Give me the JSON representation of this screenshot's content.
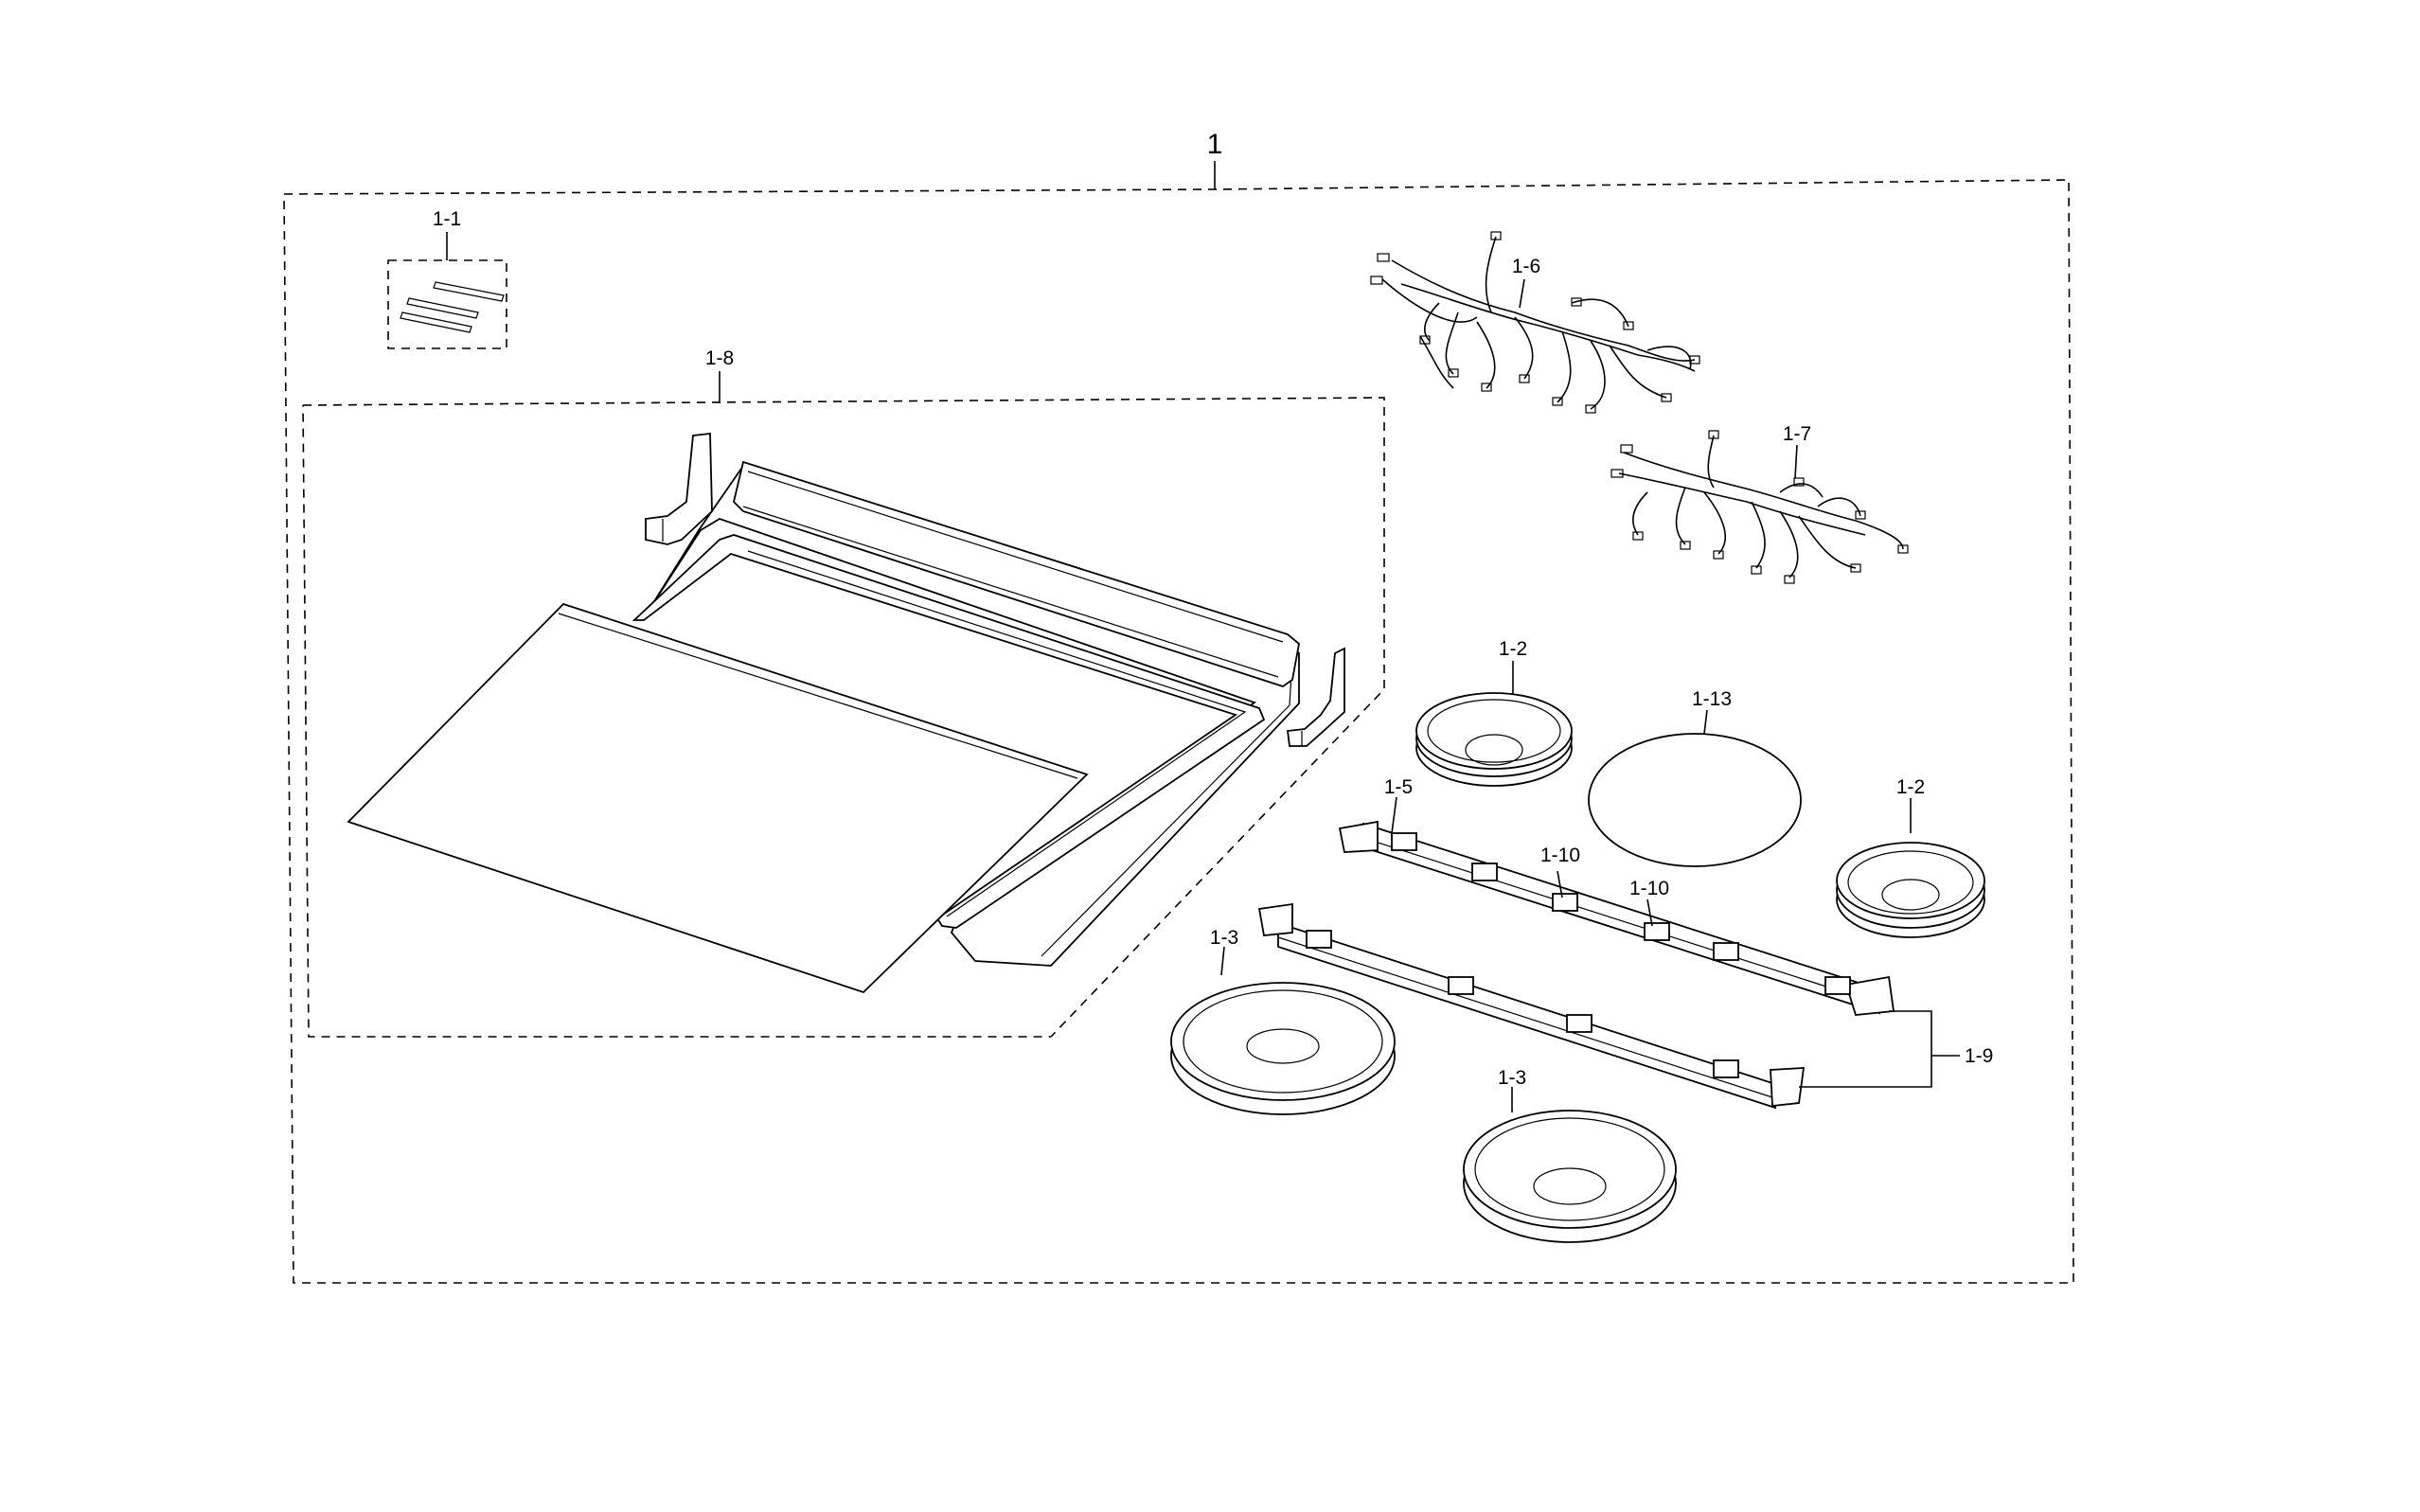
{
  "labels": {
    "assembly": "1",
    "l_1_1": "1-1",
    "l_1_8": "1-8",
    "l_1_6": "1-6",
    "l_1_7": "1-7",
    "l_1_2a": "1-2",
    "l_1_13": "1-13",
    "l_1_2b": "1-2",
    "l_1_5": "1-5",
    "l_1_10a": "1-10",
    "l_1_10b": "1-10",
    "l_1_3a": "1-3",
    "l_1_9": "1-9",
    "l_1_3b": "1-3"
  }
}
